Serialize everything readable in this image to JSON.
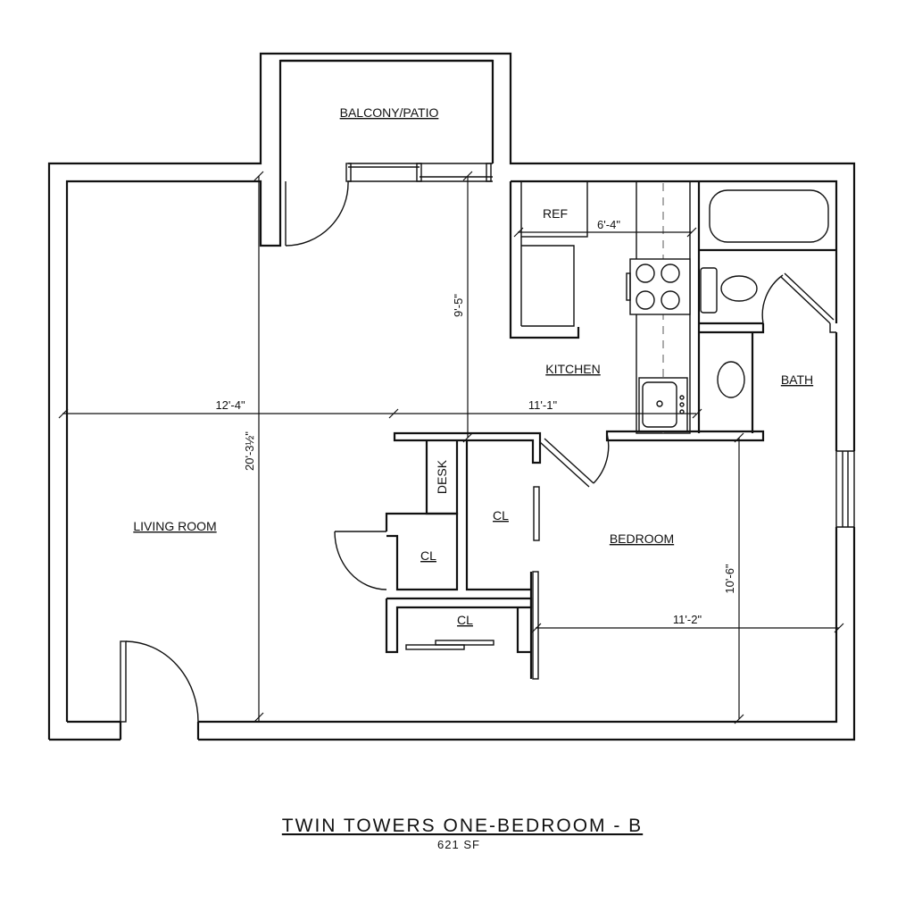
{
  "plan": {
    "rooms": {
      "balcony": "BALCONY/PATIO",
      "kitchen": "KITCHEN",
      "ref": "REF",
      "bath": "BATH",
      "living": "LIVING ROOM",
      "bedroom": "BEDROOM",
      "desk": "DESK",
      "closet_1": "CL",
      "closet_2": "CL",
      "closet_3": "CL"
    },
    "dimensions": {
      "living_width": "12'-4\"",
      "kitchen_width": "11'-1\"",
      "overall_depth": "20'-3½\"",
      "kitchen_depth": "9'-5\"",
      "kitchen_counter": "6'-4\"",
      "bedroom_depth": "10'-6\"",
      "bedroom_width": "11'-2\""
    },
    "title": "TWIN TOWERS ONE-BEDROOM - B",
    "area": "621 SF"
  }
}
